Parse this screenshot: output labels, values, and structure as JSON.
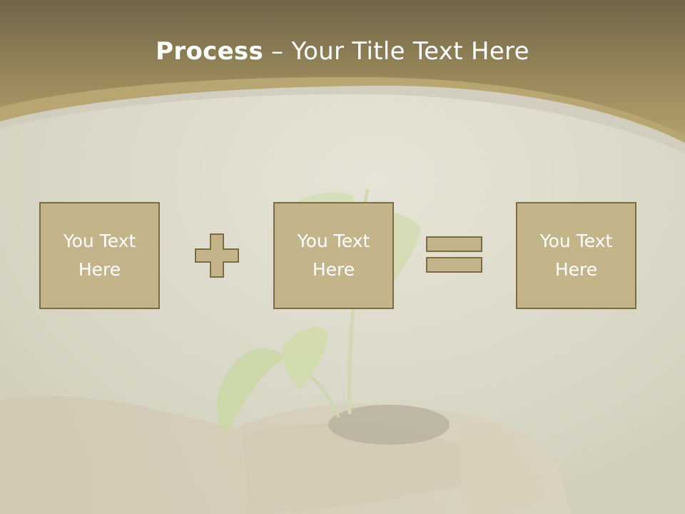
{
  "slide": {
    "title_strong": "Process",
    "title_rest": " – Your Title Text Here",
    "boxes": [
      {
        "text": "You Text Here"
      },
      {
        "text": "You Text Here"
      },
      {
        "text": "You Text Here"
      }
    ],
    "operators": [
      "plus-icon",
      "equals-icon"
    ],
    "colors": {
      "header": "#9d8a5a",
      "box_fill": "#c3b48a",
      "box_border": "#7b6c45",
      "background": "#d9d8c7"
    }
  }
}
